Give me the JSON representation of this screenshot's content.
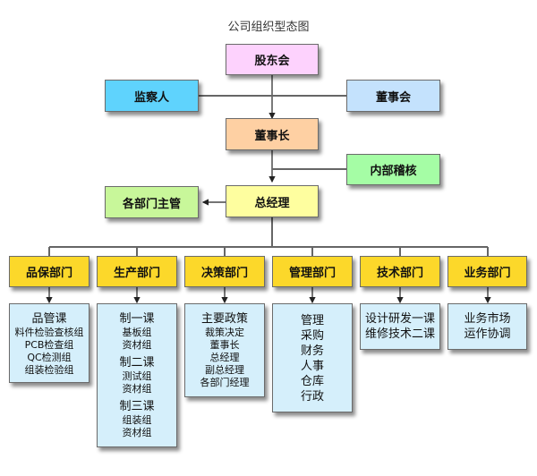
{
  "title": "公司组织型态图",
  "colors": {
    "shareholders": "#fdd2fd",
    "supervisor": "#5fd3fd",
    "board": "#c4e2fd",
    "chairman": "#fed0a3",
    "audit": "#a5fda5",
    "gm": "#fefe9f",
    "dept_heads": "#c8f79a",
    "department": "#fcd82a",
    "sub_box": "#d5effb",
    "line": "#666666"
  },
  "nodes": {
    "shareholders": "股东会",
    "supervisor": "监察人",
    "board": "董事会",
    "chairman": "董事长",
    "internal_audit": "内部稽核",
    "general_manager": "总经理",
    "dept_heads": "各部门主管"
  },
  "departments": [
    {
      "name": "品保部门",
      "groups": [
        {
          "head": "品管课",
          "items": [
            "料件检验查核组",
            "PCB检查组",
            "QC检测组",
            "组装检验组"
          ]
        }
      ]
    },
    {
      "name": "生产部门",
      "groups": [
        {
          "head": "制一课",
          "items": [
            "基板组",
            "资材组"
          ]
        },
        {
          "head": "制二课",
          "items": [
            "测试组",
            "资材组"
          ]
        },
        {
          "head": "制三课",
          "items": [
            "组装组",
            "资材组"
          ]
        }
      ]
    },
    {
      "name": "决策部门",
      "groups": [
        {
          "head": "主要政策",
          "items": [
            "裁策决定",
            "董事长",
            "总经理",
            "副总经理",
            "各部门经理"
          ]
        }
      ]
    },
    {
      "name": "管理部门",
      "items": [
        "管理",
        "采购",
        "财务",
        "人事",
        "仓库",
        "行政"
      ]
    },
    {
      "name": "技术部门",
      "items": [
        "设计研发一课",
        "维修技术二课"
      ]
    },
    {
      "name": "业务部门",
      "items": [
        "业务市场",
        "运作协调"
      ]
    }
  ]
}
